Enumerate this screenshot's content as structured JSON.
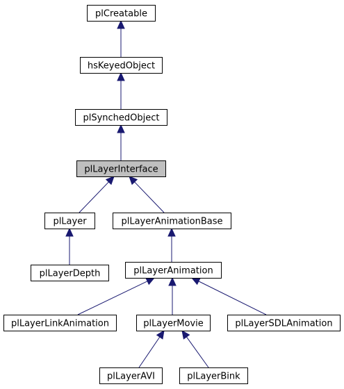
{
  "diagram": {
    "type": "class-inheritance-graph",
    "current_node": "plLayerInterface",
    "colors": {
      "edge": "#191970",
      "box_border": "#000000",
      "box_fill": "#ffffff",
      "current_fill": "#bfbfbf",
      "background": "#ffffff"
    },
    "nodes": [
      {
        "id": "plCreatable",
        "label": "plCreatable"
      },
      {
        "id": "hsKeyedObject",
        "label": "hsKeyedObject"
      },
      {
        "id": "plSynchedObject",
        "label": "plSynchedObject"
      },
      {
        "id": "plLayerInterface",
        "label": "plLayerInterface"
      },
      {
        "id": "plLayer",
        "label": "plLayer"
      },
      {
        "id": "plLayerAnimationBase",
        "label": "plLayerAnimationBase"
      },
      {
        "id": "plLayerDepth",
        "label": "plLayerDepth"
      },
      {
        "id": "plLayerAnimation",
        "label": "plLayerAnimation"
      },
      {
        "id": "plLayerLinkAnimation",
        "label": "plLayerLinkAnimation"
      },
      {
        "id": "plLayerMovie",
        "label": "plLayerMovie"
      },
      {
        "id": "plLayerSDLAnimation",
        "label": "plLayerSDLAnimation"
      },
      {
        "id": "plLayerAVI",
        "label": "plLayerAVI"
      },
      {
        "id": "plLayerBink",
        "label": "plLayerBink"
      }
    ],
    "edges": [
      {
        "child": "hsKeyedObject",
        "parent": "plCreatable"
      },
      {
        "child": "plSynchedObject",
        "parent": "hsKeyedObject"
      },
      {
        "child": "plLayerInterface",
        "parent": "plSynchedObject"
      },
      {
        "child": "plLayer",
        "parent": "plLayerInterface"
      },
      {
        "child": "plLayerAnimationBase",
        "parent": "plLayerInterface"
      },
      {
        "child": "plLayerDepth",
        "parent": "plLayer"
      },
      {
        "child": "plLayerAnimation",
        "parent": "plLayerAnimationBase"
      },
      {
        "child": "plLayerLinkAnimation",
        "parent": "plLayerAnimation"
      },
      {
        "child": "plLayerMovie",
        "parent": "plLayerAnimation"
      },
      {
        "child": "plLayerSDLAnimation",
        "parent": "plLayerAnimation"
      },
      {
        "child": "plLayerAVI",
        "parent": "plLayerMovie"
      },
      {
        "child": "plLayerBink",
        "parent": "plLayerMovie"
      }
    ]
  }
}
